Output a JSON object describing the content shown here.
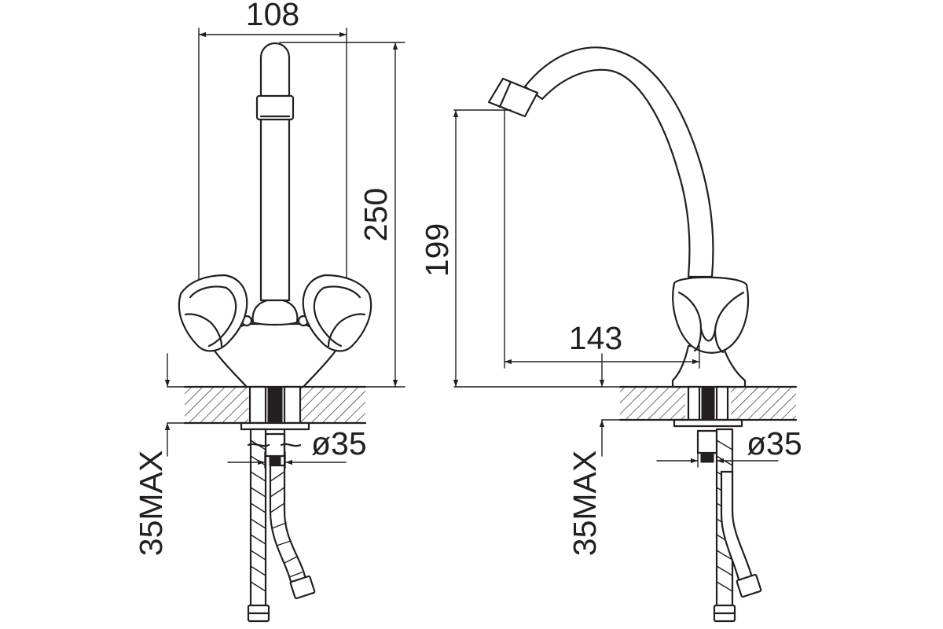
{
  "dimensions": {
    "front_width": "108",
    "front_height": "250",
    "side_height": "199",
    "side_reach": "143",
    "front_diameter": "ø35",
    "side_diameter": "ø35",
    "front_counter_thickness": "35MAX",
    "side_counter_thickness": "35MAX"
  }
}
